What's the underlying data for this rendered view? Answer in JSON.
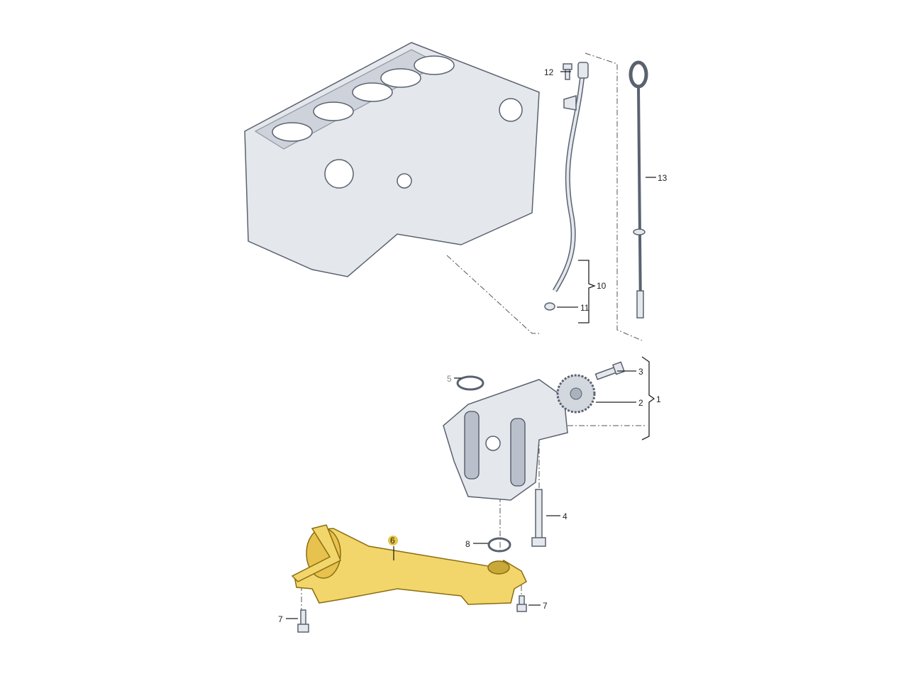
{
  "diagram": {
    "callouts": [
      {
        "id": "12",
        "label": "12"
      },
      {
        "id": "13",
        "label": "13"
      },
      {
        "id": "10",
        "label": "10"
      },
      {
        "id": "11",
        "label": "11"
      },
      {
        "id": "5",
        "label": "5"
      },
      {
        "id": "3",
        "label": "3"
      },
      {
        "id": "2",
        "label": "2"
      },
      {
        "id": "1",
        "label": "1"
      },
      {
        "id": "4",
        "label": "4"
      },
      {
        "id": "8",
        "label": "8"
      },
      {
        "id": "6",
        "label": "6",
        "highlighted": true
      },
      {
        "id": "7a",
        "label": "7"
      },
      {
        "id": "7b",
        "label": "7"
      }
    ],
    "colors": {
      "highlight_part": "#f2d66b",
      "highlight_badge": "#e8c547",
      "part_grey": "#e4e7ec"
    }
  }
}
